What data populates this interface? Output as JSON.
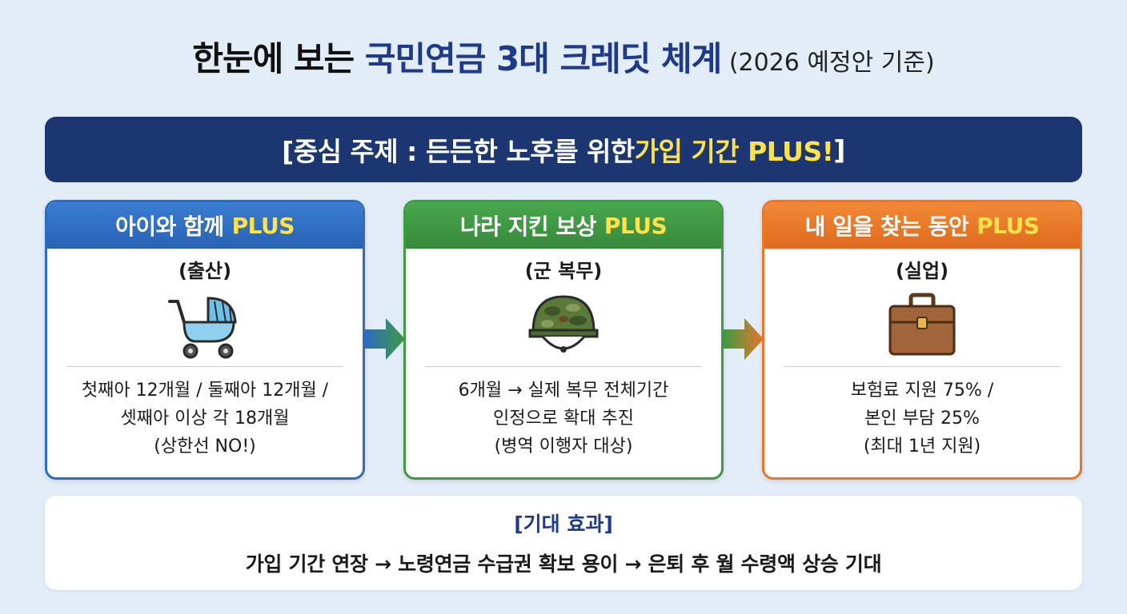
{
  "title": {
    "part1": "한눈에 보는 ",
    "highlight": "국민연금 3대 크레딧 체계",
    "suffix": " (2026 예정안 기준)"
  },
  "banner": {
    "text": "[중심 주제 : 든든한 노후를 위한 ",
    "highlight": "가입 기간 PLUS!",
    "close": "]"
  },
  "cards": [
    {
      "header": "아이와 함께",
      "plus": "PLUS",
      "subtitle": "(출산)",
      "icon": "baby-stroller-icon",
      "lines": [
        "첫째아 12개월 / 둘째아 12개월 /",
        "셋째아 이상 각 18개월",
        "(상한선 NO!)"
      ]
    },
    {
      "header": "나라 지킨 보상",
      "plus": "PLUS",
      "subtitle": "(군 복무)",
      "icon": "military-helmet-icon",
      "lines": [
        "6개월 → 실제 복무 전체기간",
        "인정으로 확대 추진",
        "(병역 이행자 대상)"
      ]
    },
    {
      "header": "내 일을 찾는 동안",
      "plus": "PLUS",
      "subtitle": "(실업)",
      "icon": "briefcase-icon",
      "lines": [
        "보험료 지원 75% /",
        "본인 부담 25%",
        "(최대 1년 지원)"
      ]
    }
  ],
  "effect": {
    "title": "[기대 효과]",
    "text": "가입 기간 연장 → 노령연금 수급권 확보 용이 → 은퇴 후 월 수령액 상승 기대"
  },
  "colors": {
    "navy": "#1b3670",
    "blue": "#2e6cc0",
    "green": "#3f9a44",
    "orange": "#e9772a",
    "yellow_highlight": "#ffe14a"
  }
}
